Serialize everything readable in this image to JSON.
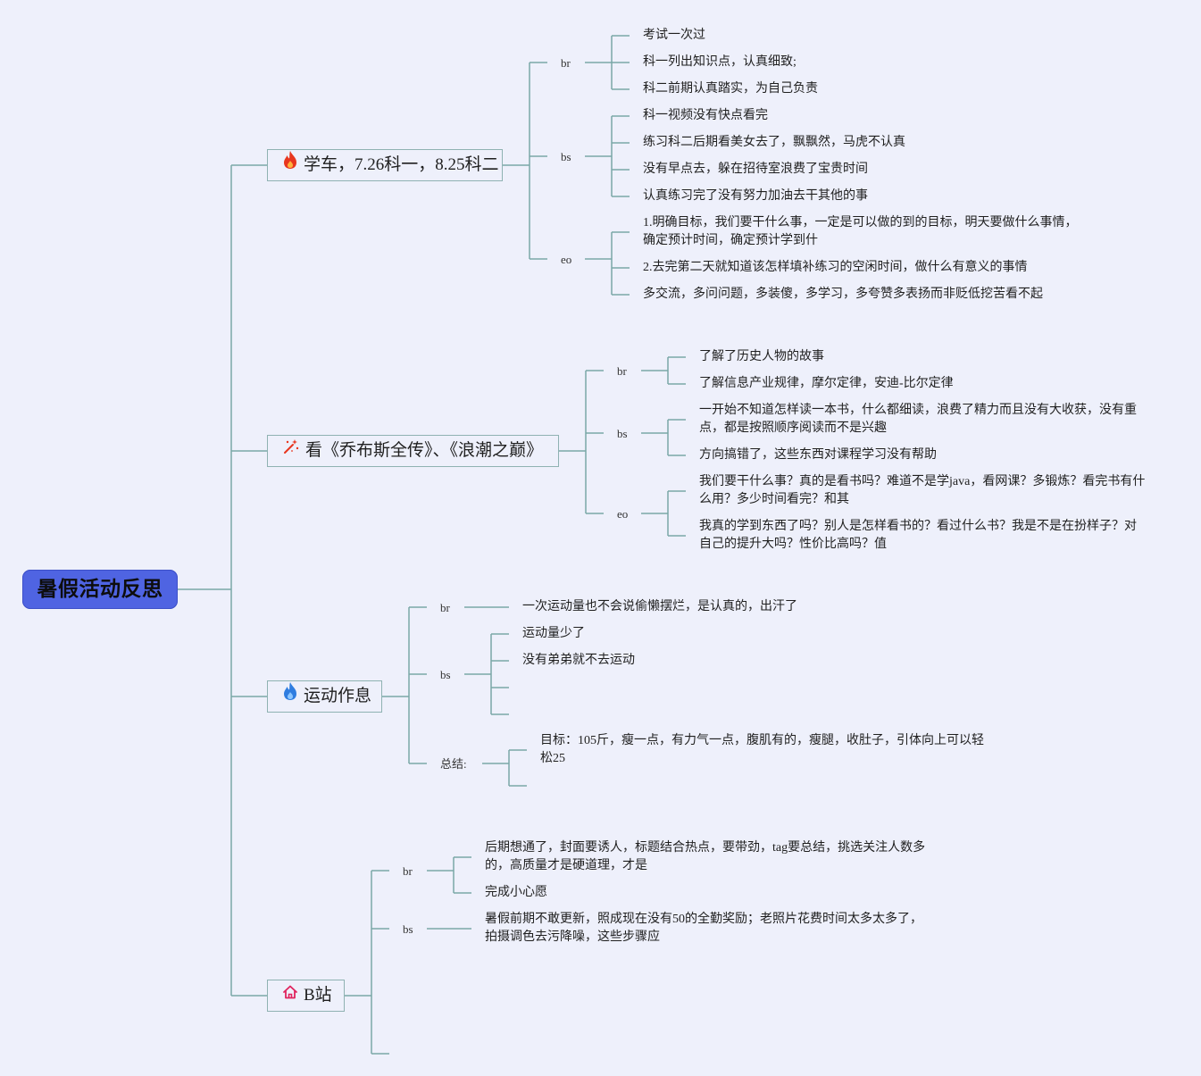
{
  "root": {
    "title": "暑假活动反思"
  },
  "branches": [
    {
      "title": "学车，7.26科一，8.25科二",
      "icon": "fire-icon",
      "groups": [
        {
          "label": "br",
          "items": [
            "考试一次过",
            "科一列出知识点，认真细致;",
            "科二前期认真踏实，为自己负责"
          ]
        },
        {
          "label": "bs",
          "items": [
            "科一视频没有快点看完",
            "练习科二后期看美女去了，飘飘然，马虎不认真",
            "没有早点去，躲在招待室浪费了宝贵时间",
            "认真练习完了没有努力加油去干其他的事"
          ]
        },
        {
          "label": "eo",
          "items": [
            "1.明确目标，我们要干什么事，一定是可以做的到的目标，明天要做什么事情，确定预计时间，确定预计学到什",
            "2.去完第二天就知道该怎样填补练习的空闲时间，做什么有意义的事情",
            "多交流，多问问题，多装傻，多学习，多夸赞多表扬而非贬低挖苦看不起"
          ]
        }
      ]
    },
    {
      "title": "看《乔布斯全传》、《浪潮之巅》",
      "icon": "magic-wand-icon",
      "groups": [
        {
          "label": "br",
          "items": [
            "了解了历史人物的故事",
            "了解信息产业规律，摩尔定律，安迪-比尔定律"
          ]
        },
        {
          "label": "bs",
          "items": [
            "一开始不知道怎样读一本书，什么都细读，浪费了精力而且没有大收获，没有重点，都是按照顺序阅读而不是兴趣",
            "方向搞错了，这些东西对课程学习没有帮助"
          ]
        },
        {
          "label": "eo",
          "items": [
            "我们要干什么事？真的是看书吗？难道不是学java，看网课？多锻炼？看完书有什么用？多少时间看完？和其",
            "我真的学到东西了吗？别人是怎样看书的？看过什么书？我是不是在扮样子？对自己的提升大吗？性价比高吗？值"
          ]
        }
      ]
    },
    {
      "title": "运动作息",
      "icon": "flame-icon",
      "groups": [
        {
          "label": "br",
          "items": [
            "一次运动量也不会说偷懒摆烂，是认真的，出汗了"
          ]
        },
        {
          "label": "bs",
          "items": [
            "运动量少了",
            "没有弟弟就不去运动"
          ]
        },
        {
          "label": "总结:",
          "items": [
            "目标：105斤，瘦一点，有力气一点，腹肌有的，瘦腿，收肚子，引体向上可以轻松25"
          ]
        }
      ]
    },
    {
      "title": "B站",
      "icon": "home-icon",
      "groups": [
        {
          "label": "br",
          "items": [
            "后期想通了，封面要诱人，标题结合热点，要带劲，tag要总结，挑选关注人数多的，高质量才是硬道理，才是",
            "完成小心愿"
          ]
        },
        {
          "label": "bs",
          "items": [
            "暑假前期不敢更新，照成现在没有50的全勤奖励；老照片花费时间太多太多了，拍摄调色去污降噪，这些步骤应"
          ]
        }
      ]
    }
  ],
  "colors": {
    "root_fill": "#4f64e2",
    "line": "#7aa7a7",
    "background": "#eef0fb"
  }
}
